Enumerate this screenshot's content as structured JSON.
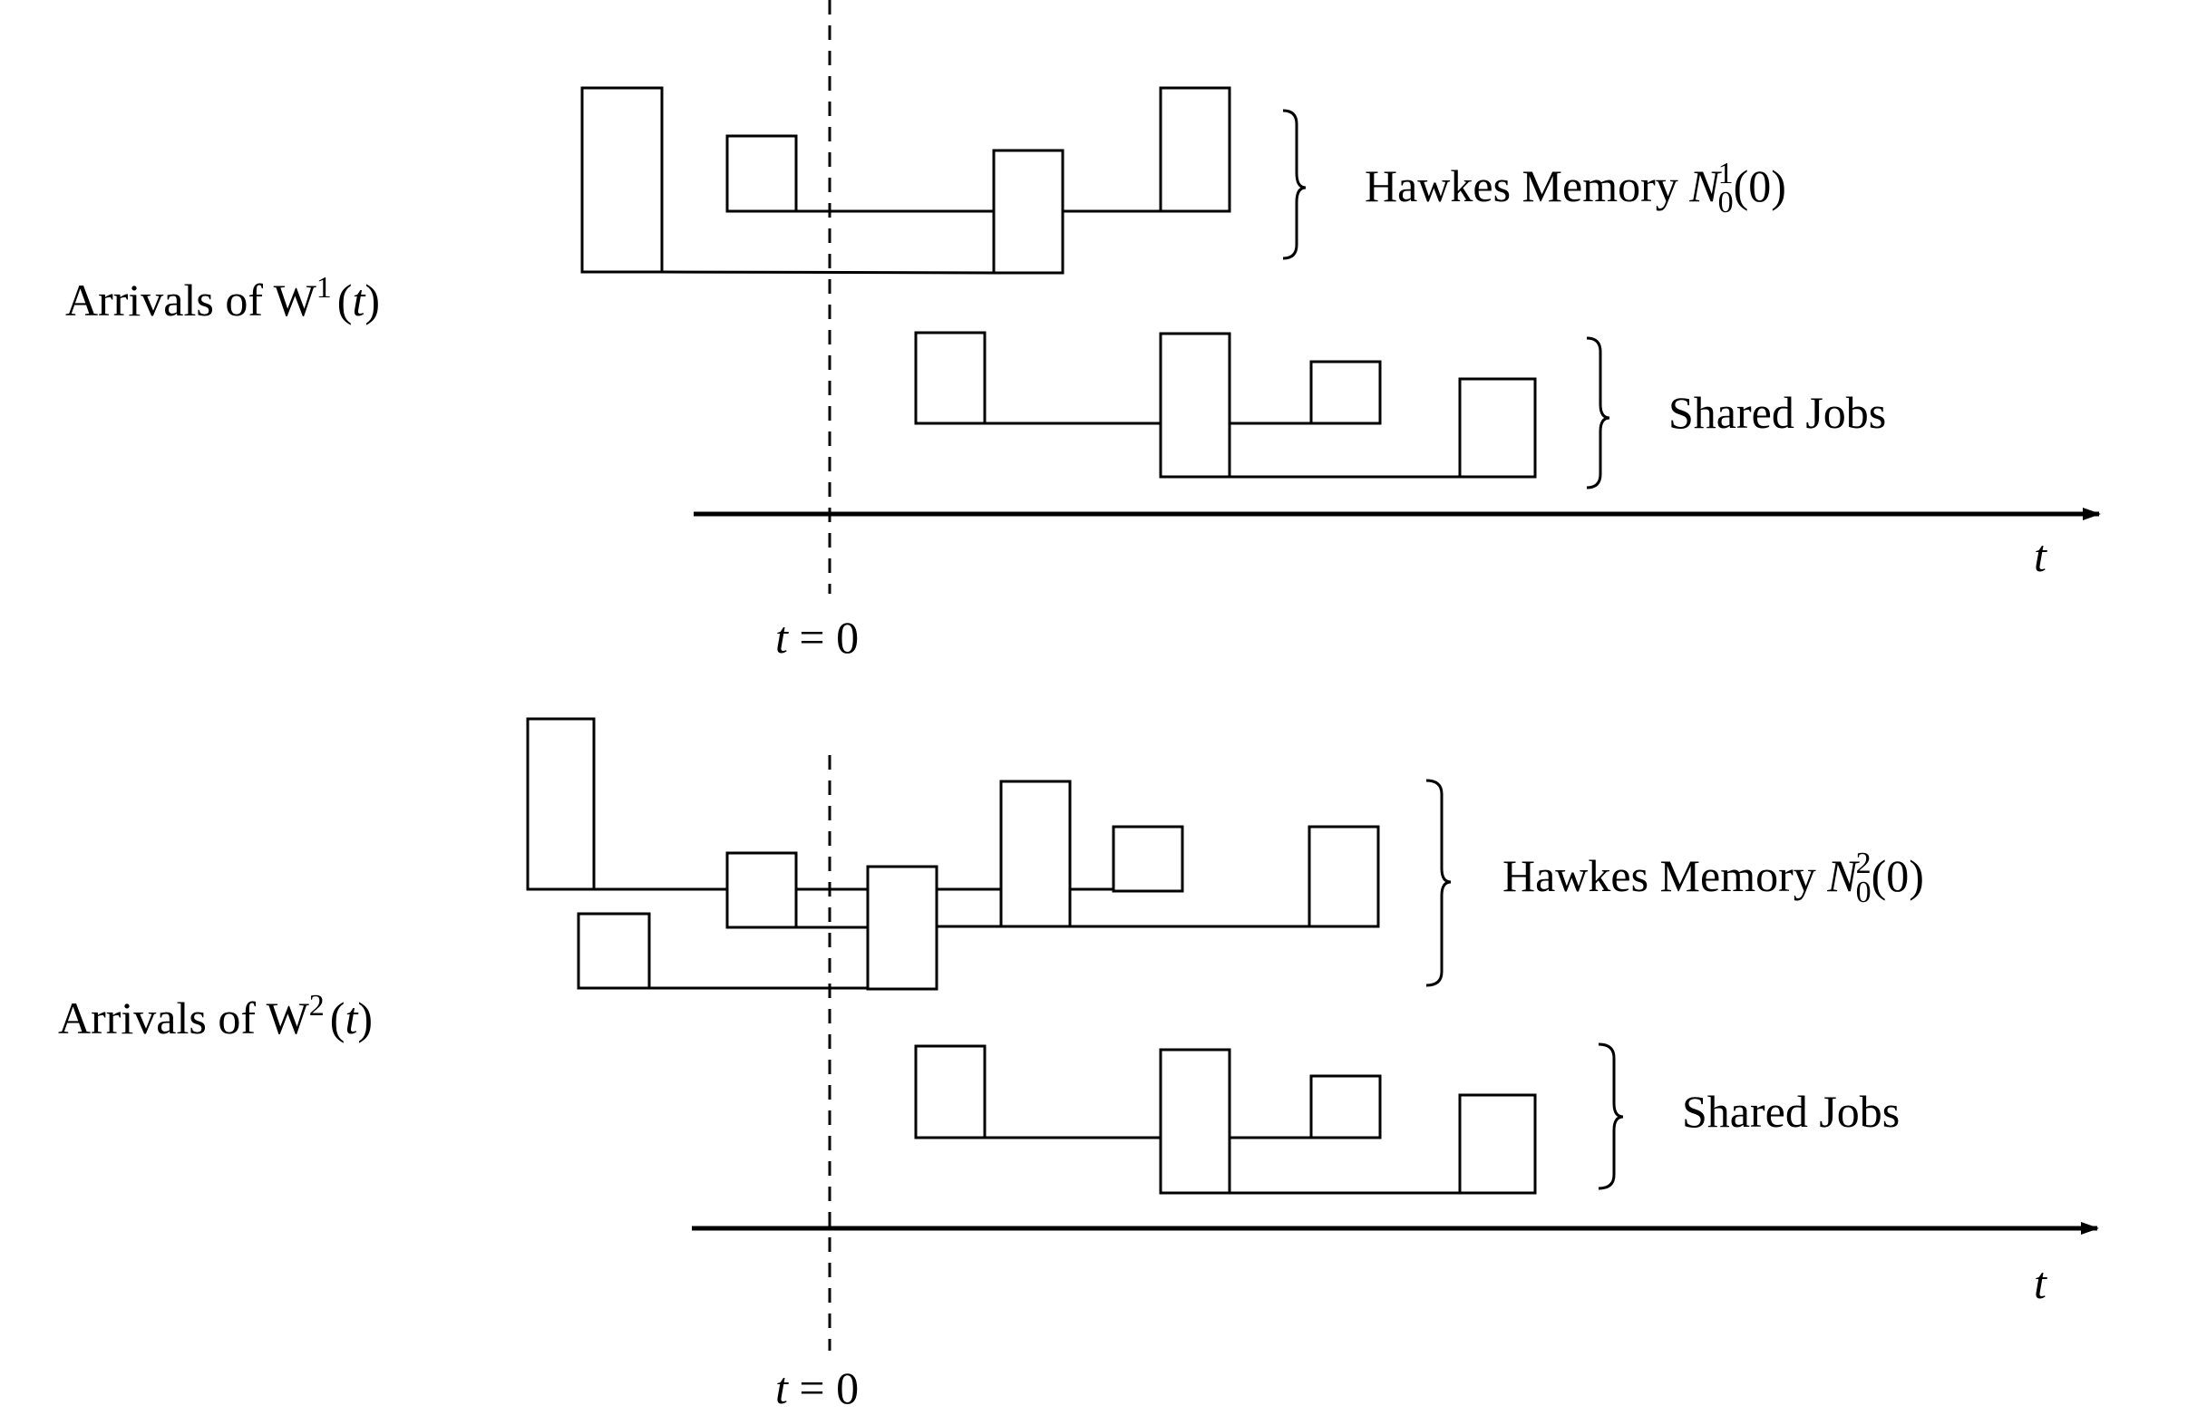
{
  "panels": [
    {
      "label": {
        "prefix": "Arrivals of W",
        "sup": "1",
        "suffix": "(",
        "var": "t",
        "close": ")"
      },
      "memory_label": {
        "text": "Hawkes Memory ",
        "var": "N",
        "sub": "0",
        "sup": "1",
        "tail": "(0)"
      },
      "shared_label": "Shared Jobs",
      "axis_label": "t",
      "origin_label": {
        "var": "t",
        "rest": " = 0"
      }
    },
    {
      "label": {
        "prefix": "Arrivals of W",
        "sup": "2",
        "suffix": "(",
        "var": "t",
        "close": ")"
      },
      "memory_label": {
        "text": "Hawkes Memory ",
        "var": "N",
        "sub": "0",
        "sup": "2",
        "tail": "(0)"
      },
      "shared_label": "Shared Jobs",
      "axis_label": "t",
      "origin_label": {
        "var": "t",
        "rest": " = 0"
      }
    }
  ]
}
